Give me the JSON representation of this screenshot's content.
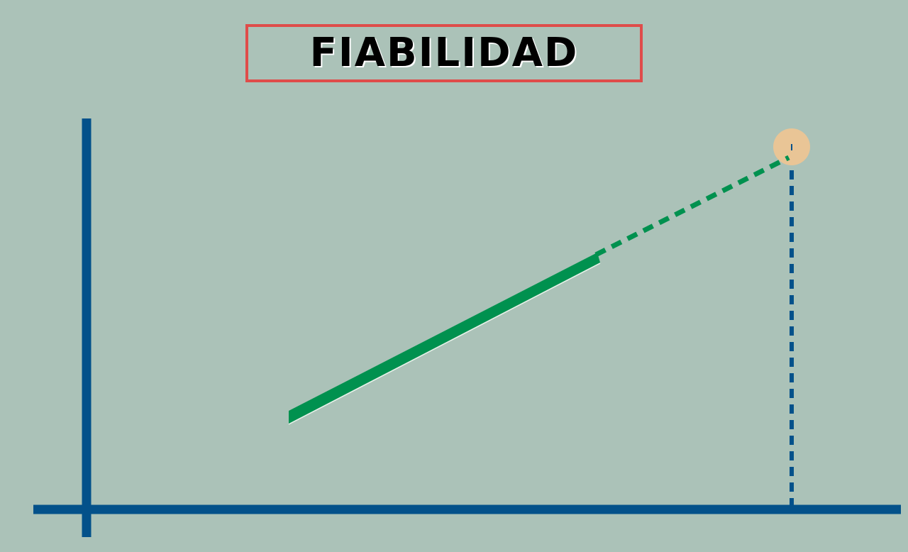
{
  "title": "FIABILIDAD",
  "colors": {
    "background": "#abc2b8",
    "axis": "#03518a",
    "trend_line": "#00914f",
    "target_marker": "#e9c596",
    "title_border": "#df4c4a",
    "title_text": "#000000"
  },
  "elements": {
    "axes": "blue-axes",
    "trend": "solid-green-trend",
    "projection": "dashed-green-projection",
    "guide": "dashed-blue-drop-line",
    "marker": "target-circle-marker"
  }
}
